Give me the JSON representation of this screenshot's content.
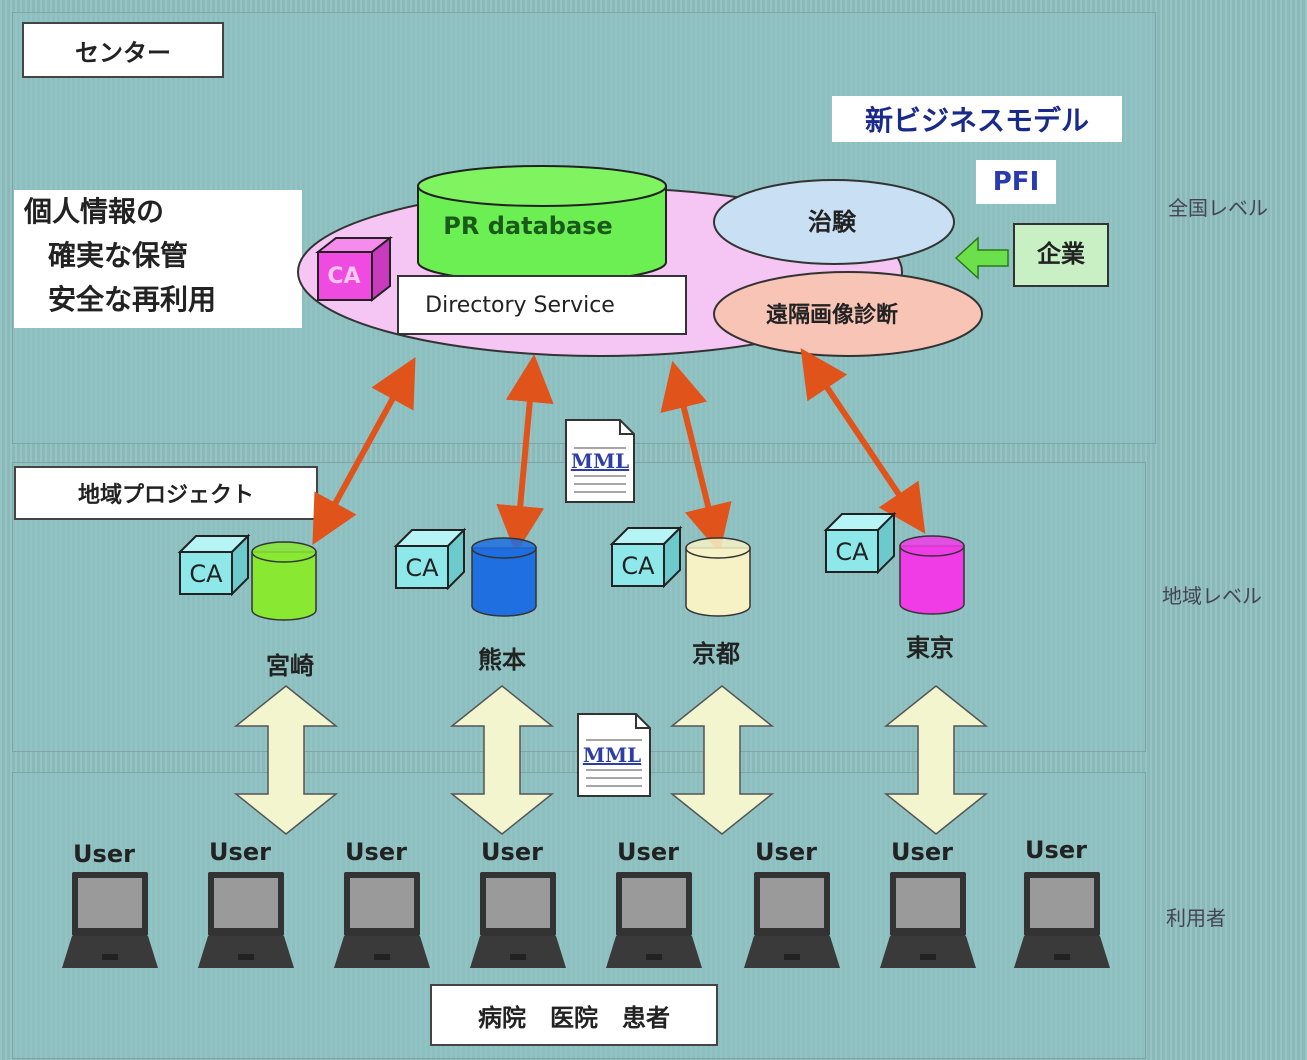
{
  "center": {
    "title": "センター"
  },
  "business_model": {
    "title": "新ビジネスモデル",
    "pfi": "PFI"
  },
  "privacy_note": {
    "line1": "個人情報の",
    "line2": "確実な保管",
    "line3": "安全な再利用"
  },
  "core": {
    "database": "PR database",
    "ca": "CA",
    "directory": "Directory Service",
    "clinical": "治験",
    "remote_diagnosis": "遠隔画像診断",
    "company": "企業"
  },
  "document": "MML",
  "regional": {
    "title": "地域プロジェクト",
    "nodes": [
      {
        "ca": "CA",
        "city": "宮崎",
        "color": "#88e832"
      },
      {
        "ca": "CA",
        "city": "熊本",
        "color": "#1f6fe0"
      },
      {
        "ca": "CA",
        "city": "京都",
        "color": "#f6f2c6"
      },
      {
        "ca": "CA",
        "city": "東京",
        "color": "#f03ce6"
      }
    ]
  },
  "users": {
    "label": "User"
  },
  "bottom": {
    "label": "病院　医院　患者"
  },
  "levels": {
    "national": "全国レベル",
    "regional": "地域レベル",
    "user": "利用者"
  }
}
